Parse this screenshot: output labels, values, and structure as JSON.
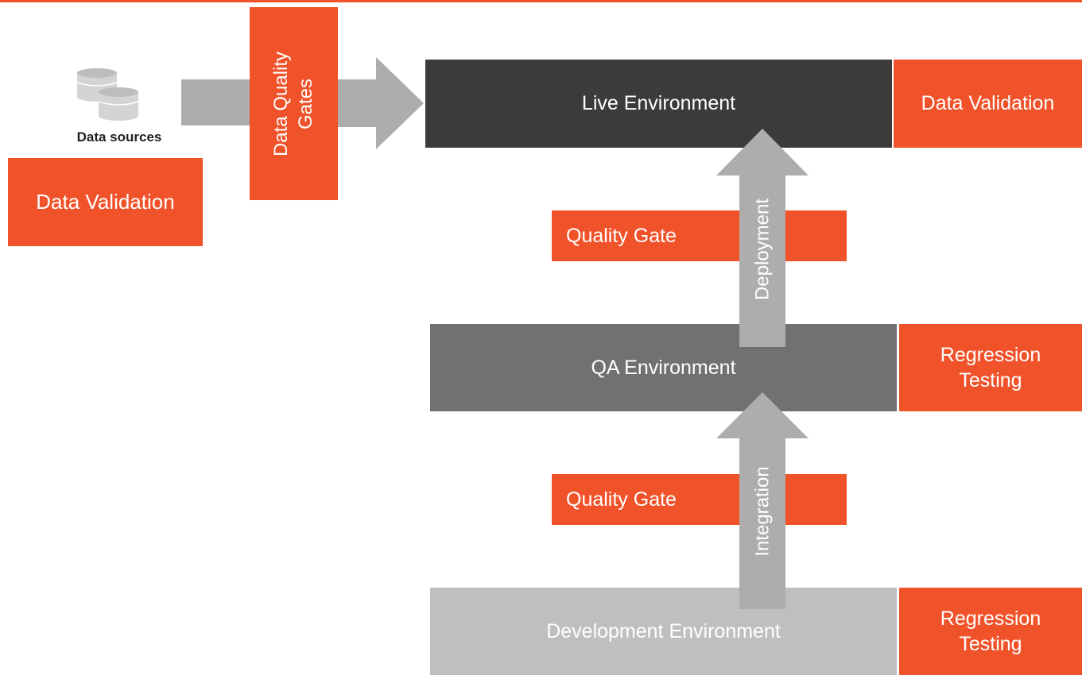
{
  "data_sources": {
    "label": "Data sources",
    "icon": "database-icon"
  },
  "left_validation": {
    "label": "Data Validation"
  },
  "data_quality_gates": {
    "line1": "Data Quality",
    "line2": "Gates"
  },
  "environments": {
    "live": {
      "label": "Live Environment"
    },
    "qa": {
      "label": "QA Environment"
    },
    "dev": {
      "label": "Development Environment"
    }
  },
  "right_boxes": {
    "live": {
      "label": "Data Validation"
    },
    "qa": {
      "line1": "Regression",
      "line2": "Testing"
    },
    "dev": {
      "line1": "Regression",
      "line2": "Testing"
    }
  },
  "quality_gates": {
    "upper": {
      "label": "Quality Gate"
    },
    "lower": {
      "label": "Quality Gate"
    }
  },
  "arrows": {
    "deployment": {
      "label": "Deployment"
    },
    "integration": {
      "label": "Integration"
    }
  },
  "colors": {
    "accent": "#f0522a",
    "live_env": "#3c3b39",
    "qa_env": "#737070",
    "dev_env": "#c0bfbf",
    "arrow": "#afadab"
  }
}
